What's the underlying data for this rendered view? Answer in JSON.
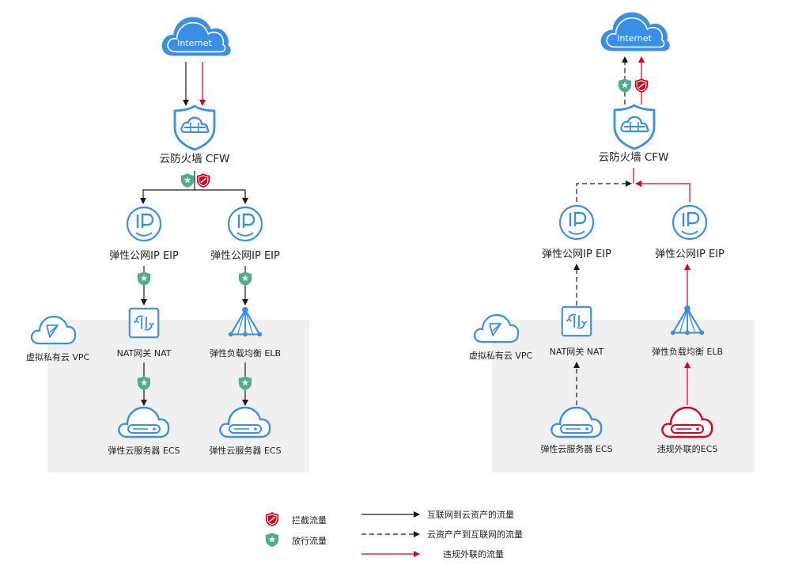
{
  "colors": {
    "blue": "#3a8ee6",
    "blue_light": "#e3f0fd",
    "green": "#4caf8a",
    "red": "#d9001b",
    "line_black": "#1a1a1a",
    "vpc_bg": "#f0f0f0"
  },
  "left": {
    "internet": "Internet",
    "cfw": "云防火墙 CFW",
    "eip1": "弹性公网IP EIP",
    "eip2": "弹性公网IP EIP",
    "vpc": "虚拟私有云 VPC",
    "nat": "NAT网关 NAT",
    "elb": "弹性负载均衡 ELB",
    "ecs1": "弹性云服务器 ECS",
    "ecs2": "弹性云服务器 ECS"
  },
  "right": {
    "internet": "Internet",
    "cfw": "云防火墙 CFW",
    "eip1": "弹性公网IP EIP",
    "eip2": "弹性公网IP EIP",
    "vpc": "虚拟私有云 VPC",
    "nat": "NAT网关 NAT",
    "elb": "弹性负载均衡 ELB",
    "ecs1": "弹性云服务器 ECS",
    "ecs2": "违规外联的ECS"
  },
  "legend": {
    "blocked": "拦截流量",
    "allowed": "放行流量",
    "inbound": "互联网到云资产的流量",
    "outbound": "云资产产到互联网的流量",
    "violation": "违规外联的流量"
  }
}
